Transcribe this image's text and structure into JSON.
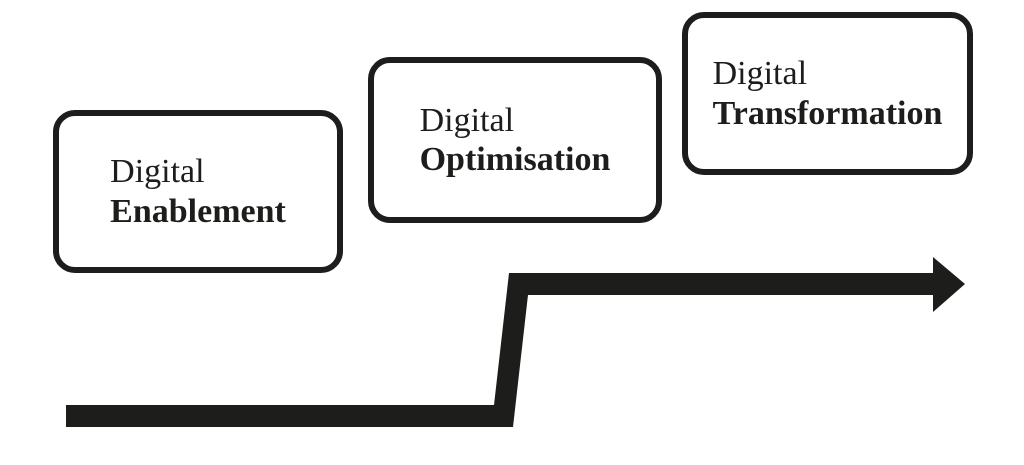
{
  "diagram": {
    "colors": {
      "ink": "#1d1d1b",
      "background": "#ffffff"
    },
    "boxes": [
      {
        "line1": "Digital",
        "line2": "Enablement"
      },
      {
        "line1": "Digital",
        "line2": "Optimisation"
      },
      {
        "line1": "Digital",
        "line2": "Transformation"
      }
    ],
    "arrow": {
      "name": "step-up-arrow"
    }
  }
}
